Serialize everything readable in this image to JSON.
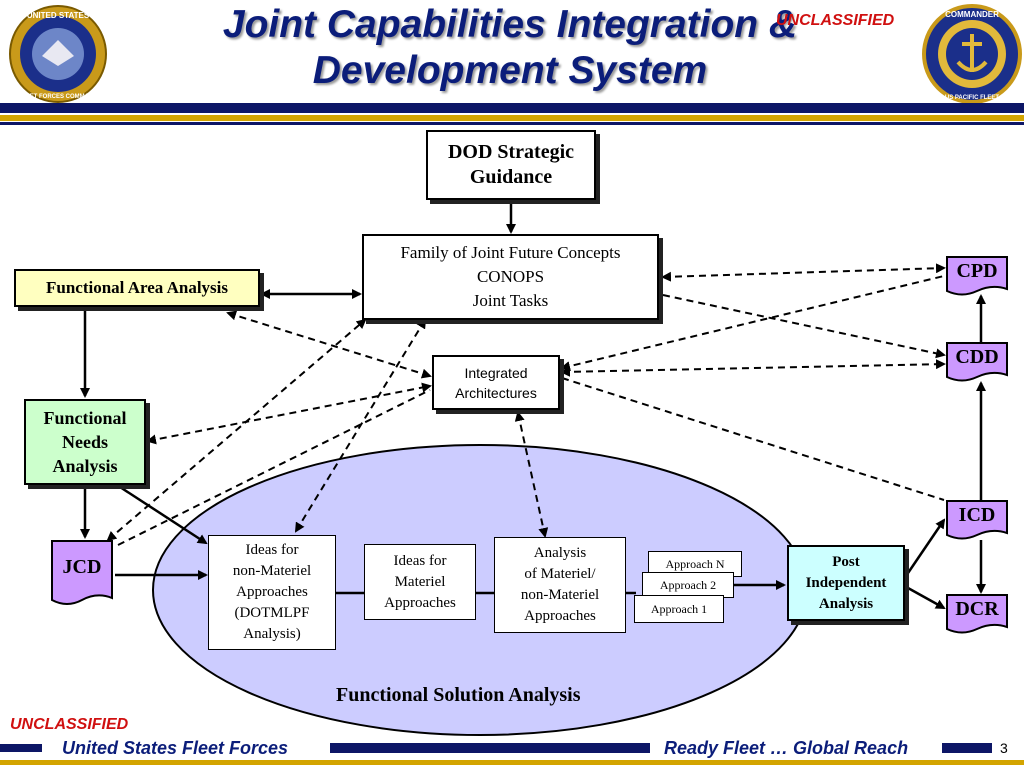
{
  "header": {
    "title_line1": "Joint Capabilities Integration &",
    "title_line2": "Development System",
    "classification_top": "UNCLASSIFIED"
  },
  "logos": {
    "left": {
      "ring_text": "UNITED STATES · FLEET FORCES COMMAND"
    },
    "right": {
      "ring_text": "COMMANDER · UNITED STATES PACIFIC FLEET"
    }
  },
  "diagram": {
    "dod_guidance": "DOD Strategic Guidance",
    "family_concepts": {
      "line1": "Family of Joint Future Concepts",
      "line2": "CONOPS",
      "line3": "Joint Tasks"
    },
    "functional_area": "Functional Area Analysis",
    "functional_needs": {
      "line1": "Functional",
      "line2": "Needs",
      "line3": "Analysis"
    },
    "integrated_arch": {
      "line1": "Integrated",
      "line2": "Architectures"
    },
    "jcd": "JCD",
    "cpd": "CPD",
    "cdd": "CDD",
    "icd": "ICD",
    "dcr": "DCR",
    "ideas_non_materiel": {
      "line1": "Ideas for",
      "line2": "non-Materiel",
      "line3": "Approaches",
      "line4": "(DOTMLPF",
      "line5": "Analysis)"
    },
    "ideas_materiel": {
      "line1": "Ideas for",
      "line2": "Materiel",
      "line3": "Approaches"
    },
    "analysis_materiel": {
      "line1": "Analysis",
      "line2": "of Materiel/",
      "line3": "non-Materiel",
      "line4": "Approaches"
    },
    "approach_n": "Approach N",
    "approach_2": "Approach 2",
    "approach_1": "Approach 1",
    "post_independent": {
      "line1": "Post",
      "line2": "Independent",
      "line3": "Analysis"
    },
    "fsa_label": "Functional Solution Analysis"
  },
  "footer": {
    "classification_bottom": "UNCLASSIFIED",
    "left_text": "United States Fleet Forces",
    "right_text": "Ready Fleet … Global Reach",
    "page_number": "3"
  },
  "colors": {
    "navy": "#0d1666",
    "gold": "#d3a400",
    "fna_green": "#ccffcc",
    "faa_yellow": "#ffffc0",
    "doc_purple": "#cc99ff",
    "ellipse_lavender": "#ccccff",
    "pia_cyan": "#ccffff",
    "red_text": "#d01010"
  }
}
